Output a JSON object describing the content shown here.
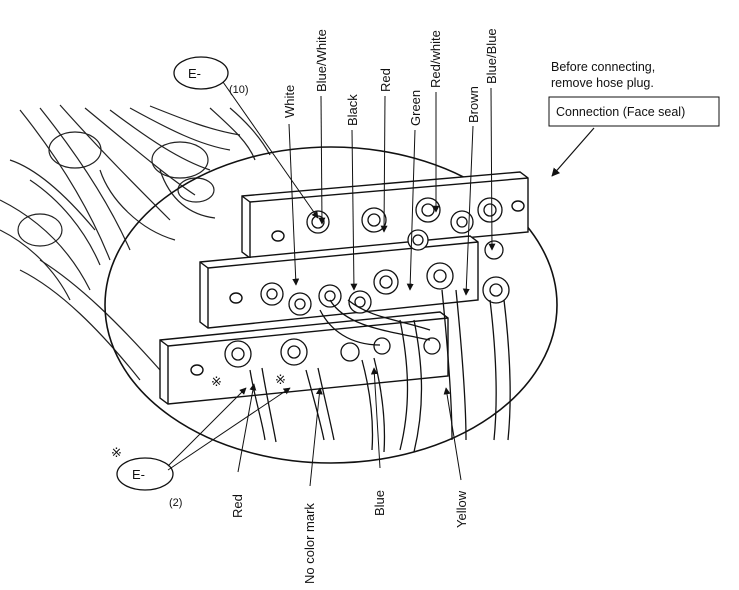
{
  "note": {
    "line1": "Before connecting,",
    "line2": "remove hose plug.",
    "box": "Connection (Face seal)"
  },
  "callouts": {
    "top_ref": "E-",
    "top_qty": "(10)",
    "bottom_ref": "E-",
    "bottom_qty": "(2)",
    "mark": "※"
  },
  "labels_top": [
    "White",
    "Blue/White",
    "Black",
    "Red",
    "Green",
    "Red/white",
    "Brown",
    "Blue/Blue"
  ],
  "labels_bottom": [
    "Red",
    "No color mark",
    "Blue",
    "Yellow"
  ]
}
